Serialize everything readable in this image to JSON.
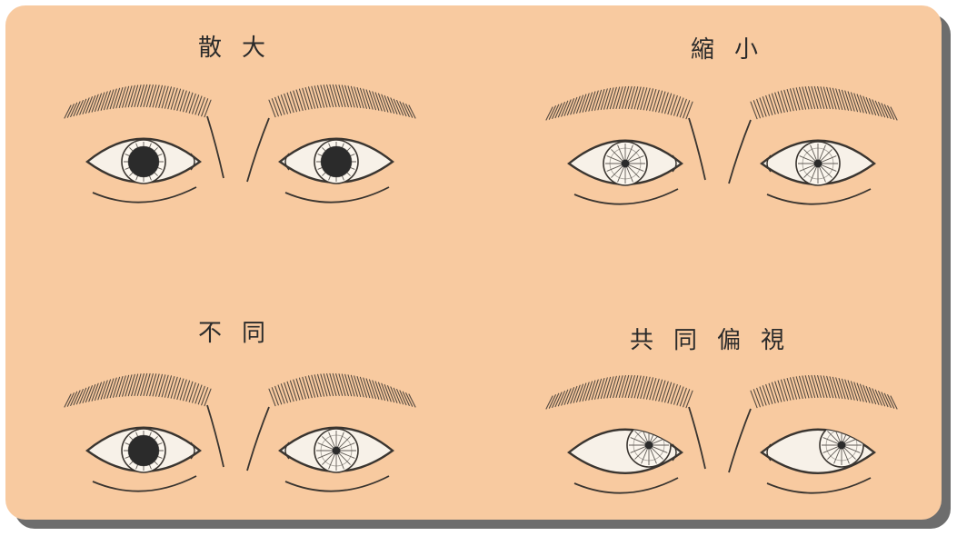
{
  "panels": [
    {
      "label": "散大",
      "left_pupil": "dilated",
      "right_pupil": "dilated",
      "gaze": "center"
    },
    {
      "label": "縮小",
      "left_pupil": "constricted",
      "right_pupil": "constricted",
      "gaze": "center"
    },
    {
      "label": "不同",
      "left_pupil": "dilated",
      "right_pupil": "constricted",
      "gaze": "center"
    },
    {
      "label": "共同偏視",
      "left_pupil": "constricted",
      "right_pupil": "constricted",
      "gaze": "upper-right"
    }
  ],
  "colors": {
    "background": "#f8caa0",
    "ink": "#3a3530",
    "sclera": "#f7f1e8",
    "pupil": "#2b2b2b",
    "shadow": "#6d6d6d"
  }
}
